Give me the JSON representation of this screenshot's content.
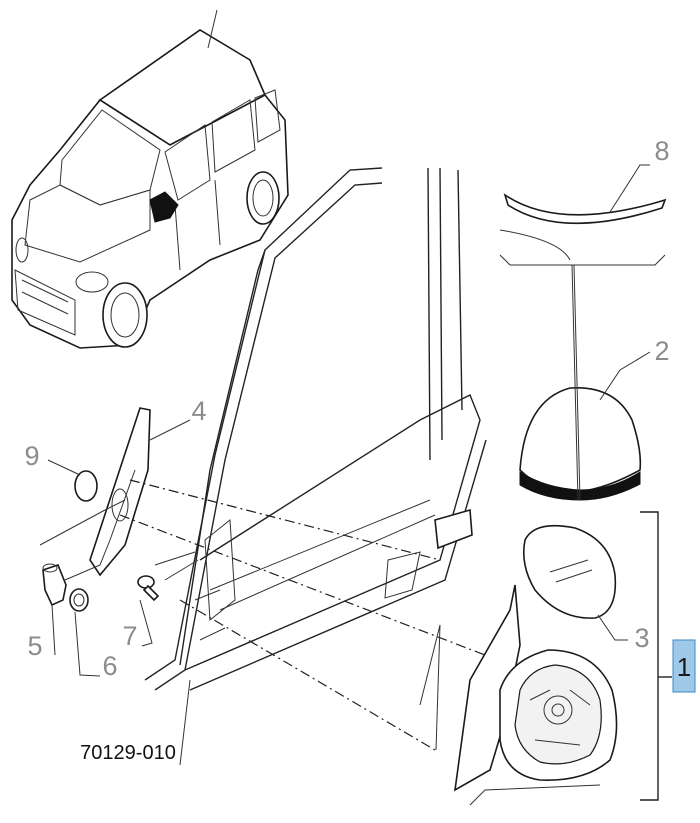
{
  "diagram": {
    "drawing_code": "70129-010",
    "highlight_color": "#9ec9e8",
    "callouts": {
      "c1": "1",
      "c2": "2",
      "c3": "3",
      "c4": "4",
      "c5": "5",
      "c6": "6",
      "c7": "7",
      "c8": "8",
      "c9": "9"
    }
  }
}
